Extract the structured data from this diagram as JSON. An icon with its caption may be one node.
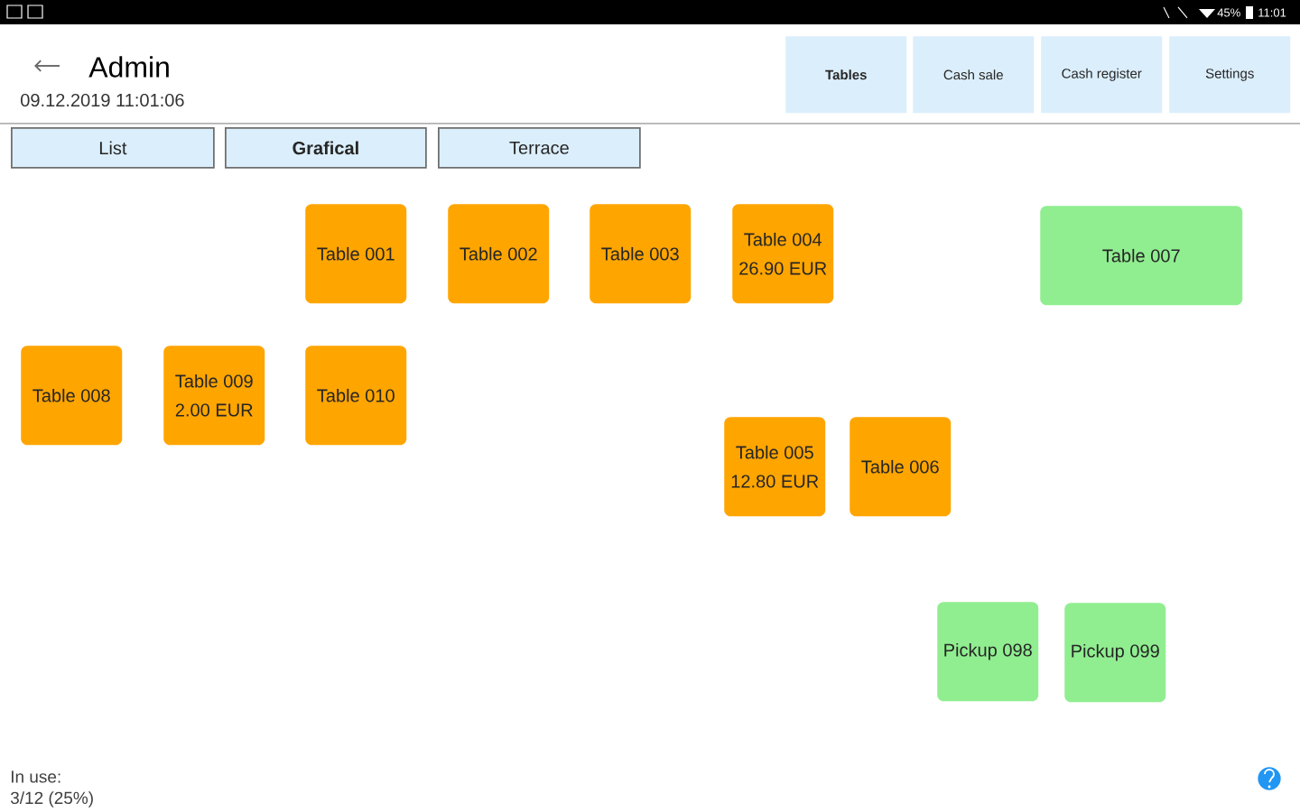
{
  "diagram": {
    "title": "Admin",
    "nodes": [
      {
        "text": [
          "Tables"
        ]
      },
      {
        "text": [
          "Cash sale"
        ]
      },
      {
        "text": [
          "Cash register"
        ]
      },
      {
        "text": [
          "Settings"
        ]
      },
      {
        "text": [
          "List"
        ]
      },
      {
        "text": [
          "Grafical"
        ]
      },
      {
        "text": [
          "Terrace"
        ]
      },
      {
        "text": [
          "Table 001"
        ]
      },
      {
        "text": [
          "Table 002"
        ]
      },
      {
        "text": [
          "Table 003"
        ]
      },
      {
        "text": [
          "Table 004",
          "26.90 EUR"
        ]
      },
      {
        "text": [
          "Table 007"
        ]
      },
      {
        "text": [
          "Table 008"
        ]
      },
      {
        "text": [
          "Table 009",
          "2.00 EUR"
        ]
      },
      {
        "text": [
          "Table 010"
        ]
      },
      {
        "text": [
          "Table 005",
          "12.80 EUR"
        ]
      },
      {
        "text": [
          "Table 006"
        ]
      },
      {
        "text": [
          "Pickup 098"
        ]
      },
      {
        "text": [
          "Pickup 099"
        ]
      }
    ],
    "labels": [
      "45%",
      "11:01",
      "09.12.2019 11:01:06",
      "In use:",
      "3/12 (25%)"
    ]
  }
}
